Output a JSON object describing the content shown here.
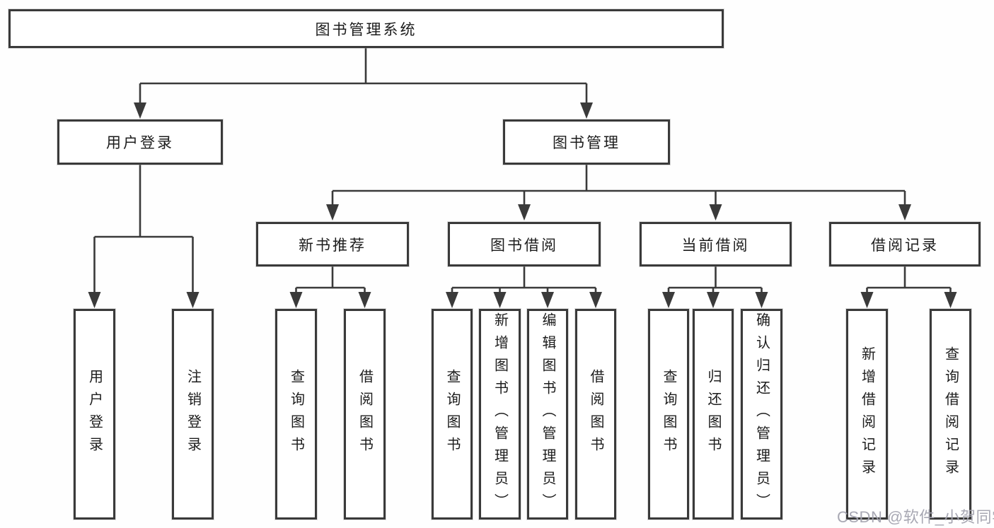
{
  "diagram": {
    "root": {
      "label": "图书管理系统"
    },
    "branches": [
      {
        "label": "用户登录",
        "children": [
          {
            "label": "用户登录"
          },
          {
            "label": "注销登录"
          }
        ]
      },
      {
        "label": "图书管理",
        "children": [
          {
            "label": "新书推荐",
            "children": [
              {
                "label": "查询图书"
              },
              {
                "label": "借阅图书"
              }
            ]
          },
          {
            "label": "图书借阅",
            "children": [
              {
                "label": "查询图书"
              },
              {
                "label": "新增图书（管理员）"
              },
              {
                "label": "编辑图书（管理员）"
              },
              {
                "label": "借阅图书"
              }
            ]
          },
          {
            "label": "当前借阅",
            "children": [
              {
                "label": "查询图书"
              },
              {
                "label": "归还图书"
              },
              {
                "label": "确认归还（管理员）"
              }
            ]
          },
          {
            "label": "借阅记录",
            "children": [
              {
                "label": "新增借阅记录"
              },
              {
                "label": "查询借阅记录"
              }
            ]
          }
        ]
      }
    ]
  },
  "watermark": {
    "text": "CSDN @软件_小贺同学"
  },
  "colors": {
    "line": "#3a3a3a",
    "box_border": "#3a3a3a",
    "text": "#1c1c1c",
    "watermark": "#a4a4b0",
    "background": "#fefefe"
  }
}
